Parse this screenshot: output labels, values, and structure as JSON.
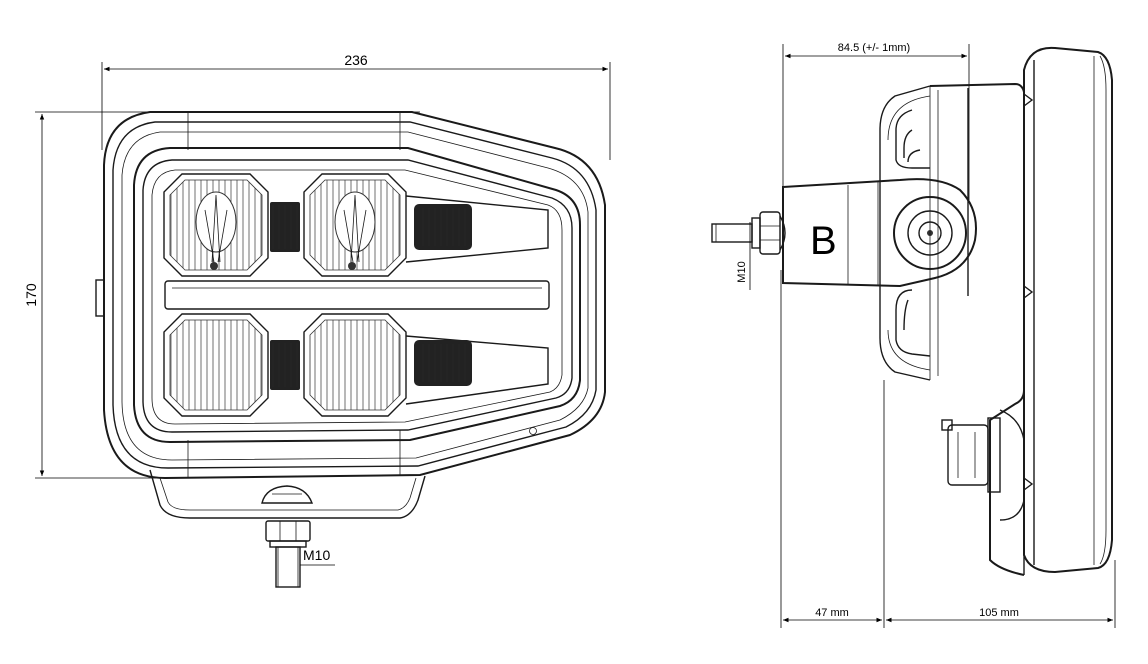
{
  "front_view": {
    "width_label": "236",
    "height_label": "170",
    "thread_label": "M10"
  },
  "side_view": {
    "depth_label": "84.5 (+/- 1mm)",
    "thread_label": "M10",
    "bracket_label": "B",
    "bracket_depth_label": "47 mm",
    "housing_depth_label": "105 mm"
  }
}
